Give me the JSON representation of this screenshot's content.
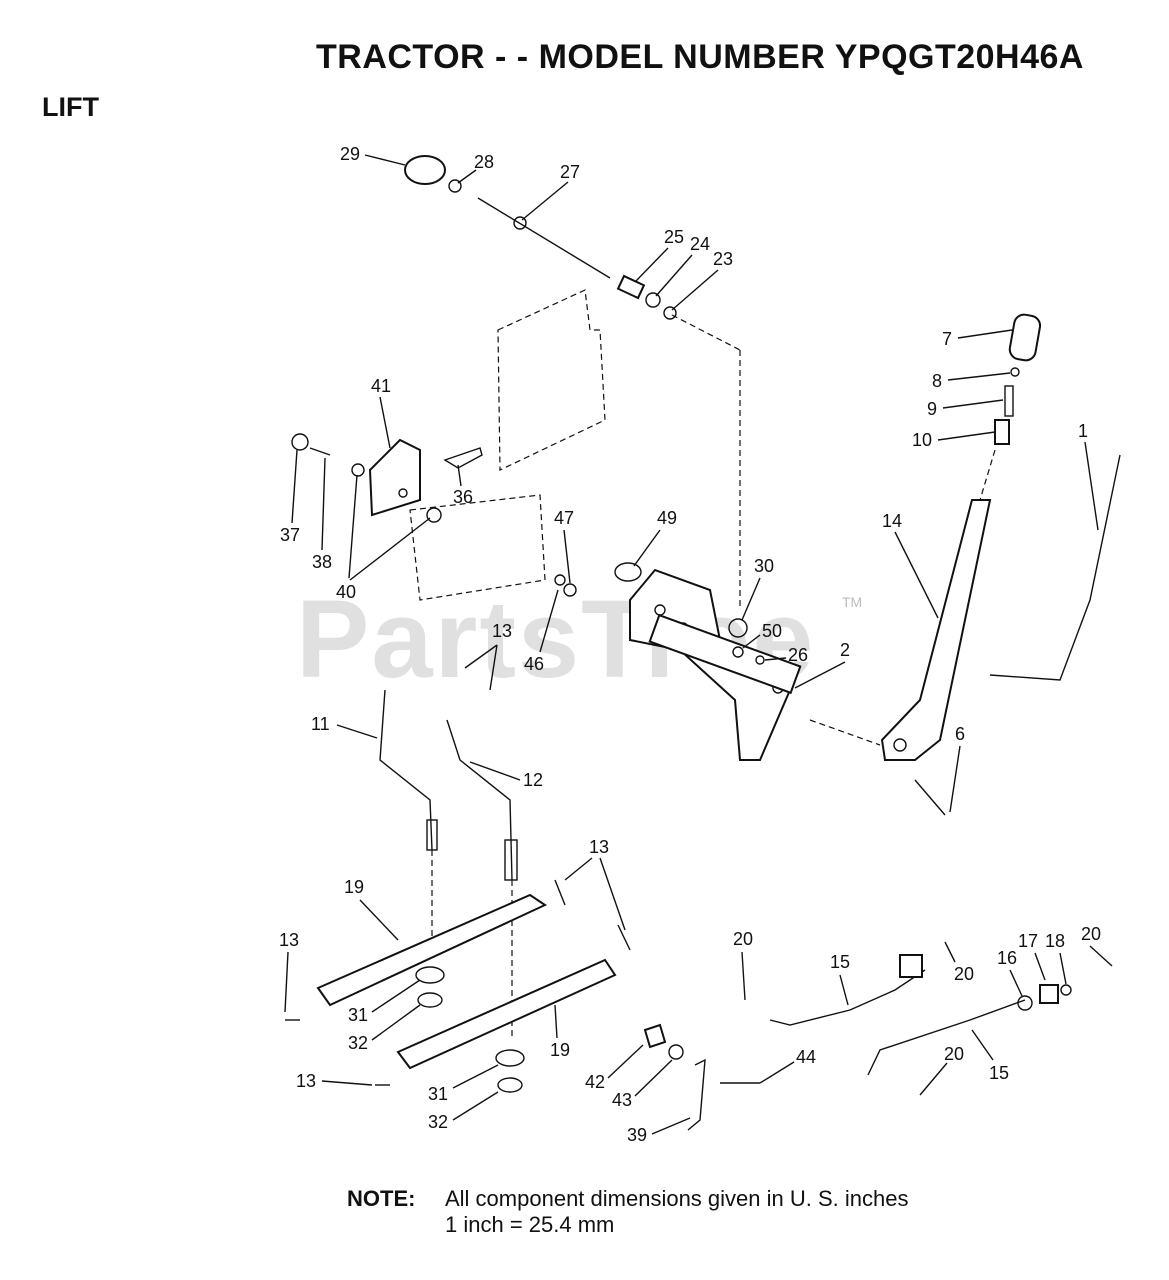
{
  "header": {
    "title": "TRACTOR - - MODEL NUMBER YPQGT20H46A",
    "section": "LIFT"
  },
  "watermark": {
    "text": "PartsTree",
    "tm": "TM"
  },
  "note": {
    "label": "NOTE:",
    "line1": "All component dimensions given in U. S. inches",
    "line2": "1 inch = 25.4 mm"
  },
  "callouts": [
    "29",
    "28",
    "27",
    "25",
    "24",
    "23",
    "7",
    "8",
    "9",
    "10",
    "1",
    "41",
    "37",
    "38",
    "40",
    "36",
    "14",
    "47",
    "49",
    "30",
    "50",
    "26",
    "2",
    "46",
    "13",
    "11",
    "12",
    "6",
    "19",
    "13",
    "13",
    "31",
    "32",
    "19",
    "31",
    "32",
    "13",
    "20",
    "15",
    "20",
    "16",
    "17",
    "18",
    "20",
    "42",
    "43",
    "39",
    "44",
    "20",
    "15"
  ]
}
